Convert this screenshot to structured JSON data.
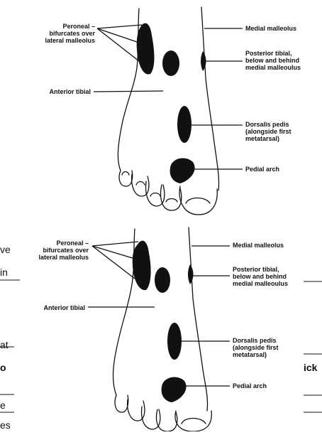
{
  "diagram_top": {
    "labels": {
      "peroneal": [
        "Peroneal –",
        "bifurcates over",
        "lateral malleolus"
      ],
      "anterior_tibial": "Anterior tibial",
      "medial_malleolus": "Medial malleolus",
      "posterior_tibial": [
        "Posterior tibial,",
        "below and behind",
        "medial malleoulus"
      ],
      "dorsalis_pedis": [
        "Dorsalis pedis",
        "(alongside first",
        "metatarsal)"
      ],
      "pedial_arch": "Pedial arch"
    }
  },
  "diagram_bottom": {
    "labels": {
      "peroneal": [
        "Peroneal –",
        "bifurcates over",
        "lateral malleolus"
      ],
      "anterior_tibial": "Anterior tibial",
      "medial_malleolus": "Medial malleolus",
      "posterior_tibial": [
        "Posterior tibial,",
        "below and behind",
        "medial malleoulus"
      ],
      "dorsalis_pedis": [
        "Dorsalis pedis",
        "(alongside first",
        "metatarsal)"
      ],
      "pedial_arch": "Pedial arch"
    }
  },
  "background_fragments": {
    "left": [
      "ve",
      "in",
      "at",
      "o",
      "e",
      "es"
    ],
    "right": "ick"
  }
}
